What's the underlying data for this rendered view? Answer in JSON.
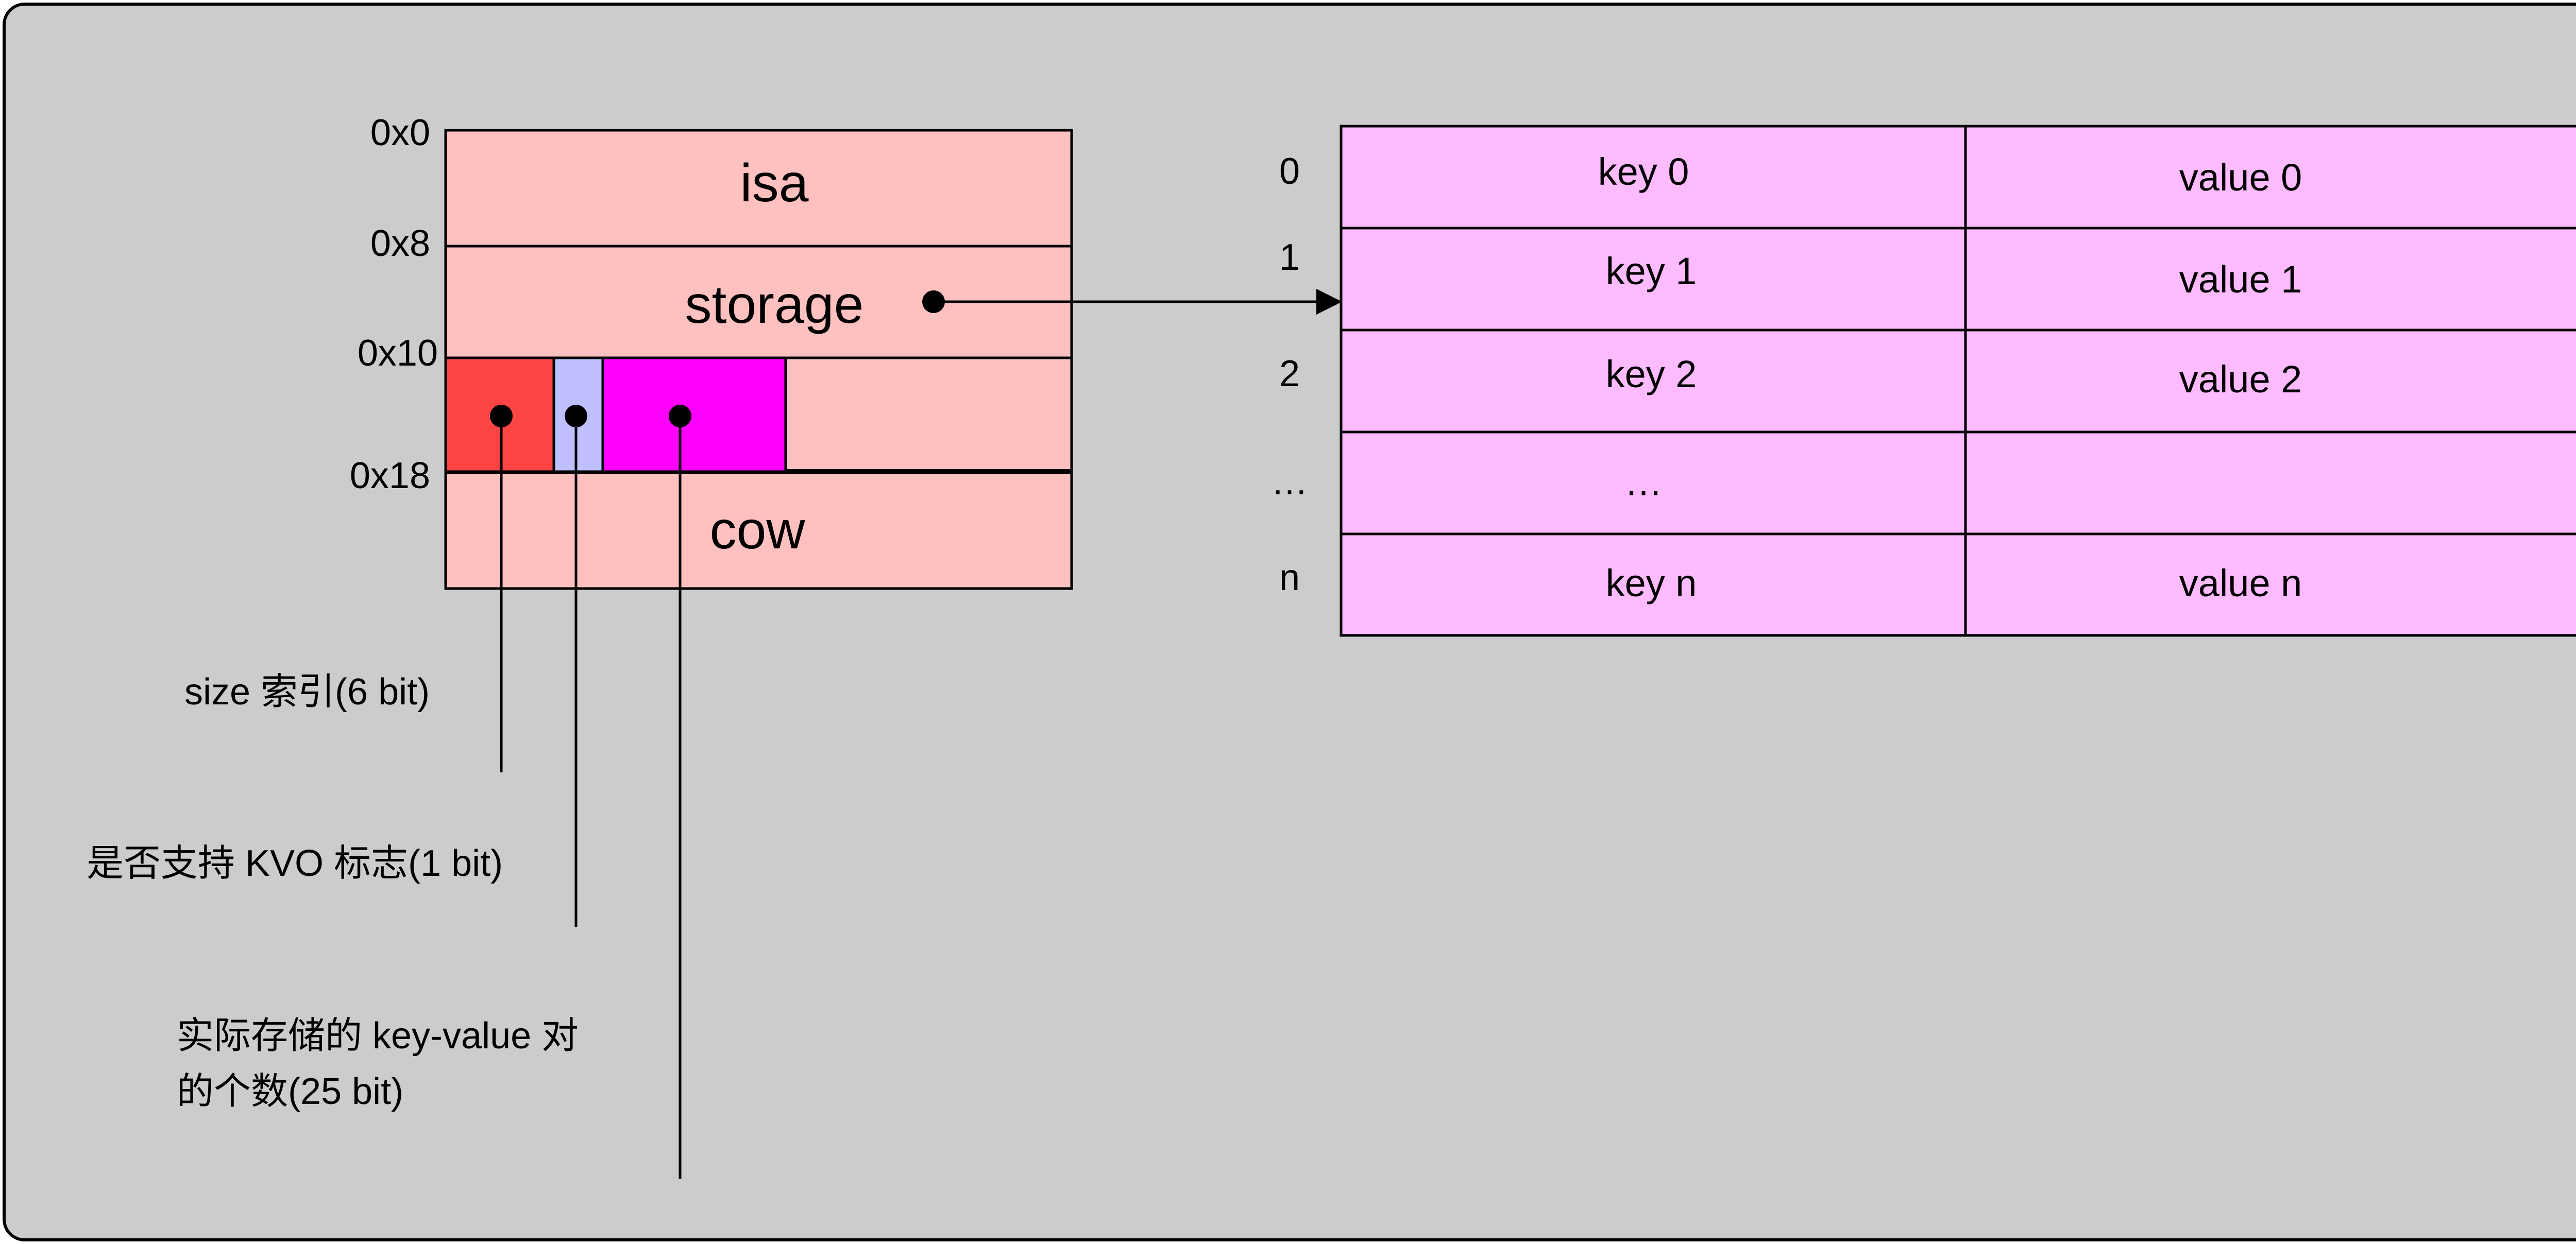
{
  "struct": {
    "offsets": [
      "0x0",
      "0x8",
      "0x10",
      "0x18"
    ],
    "fields": {
      "isa": "isa",
      "storage": "storage",
      "cow": "cow"
    },
    "bitfield_colors": {
      "size_index": "#ff4444",
      "kvo_flag": "#c0c0ff",
      "count": "#ff00ff",
      "struct_fill": "#ffc0c0"
    }
  },
  "storage_table": {
    "fill": "#ffbbff",
    "rows": [
      {
        "index": "0",
        "key": "key 0",
        "value": "value 0"
      },
      {
        "index": "1",
        "key": "key 1",
        "value": "value 1"
      },
      {
        "index": "2",
        "key": "key 2",
        "value": "value 2"
      },
      {
        "index": "…",
        "key": "…",
        "value": ""
      },
      {
        "index": "n",
        "key": "key n",
        "value": "value n"
      }
    ]
  },
  "annotations": {
    "size_index": "size 索引(6 bit)",
    "kvo_flag": "是否支持 KVO 标志(1 bit)",
    "count": "实际存储的 key-value 对\n的个数(25 bit)"
  },
  "background": "#cccccc"
}
